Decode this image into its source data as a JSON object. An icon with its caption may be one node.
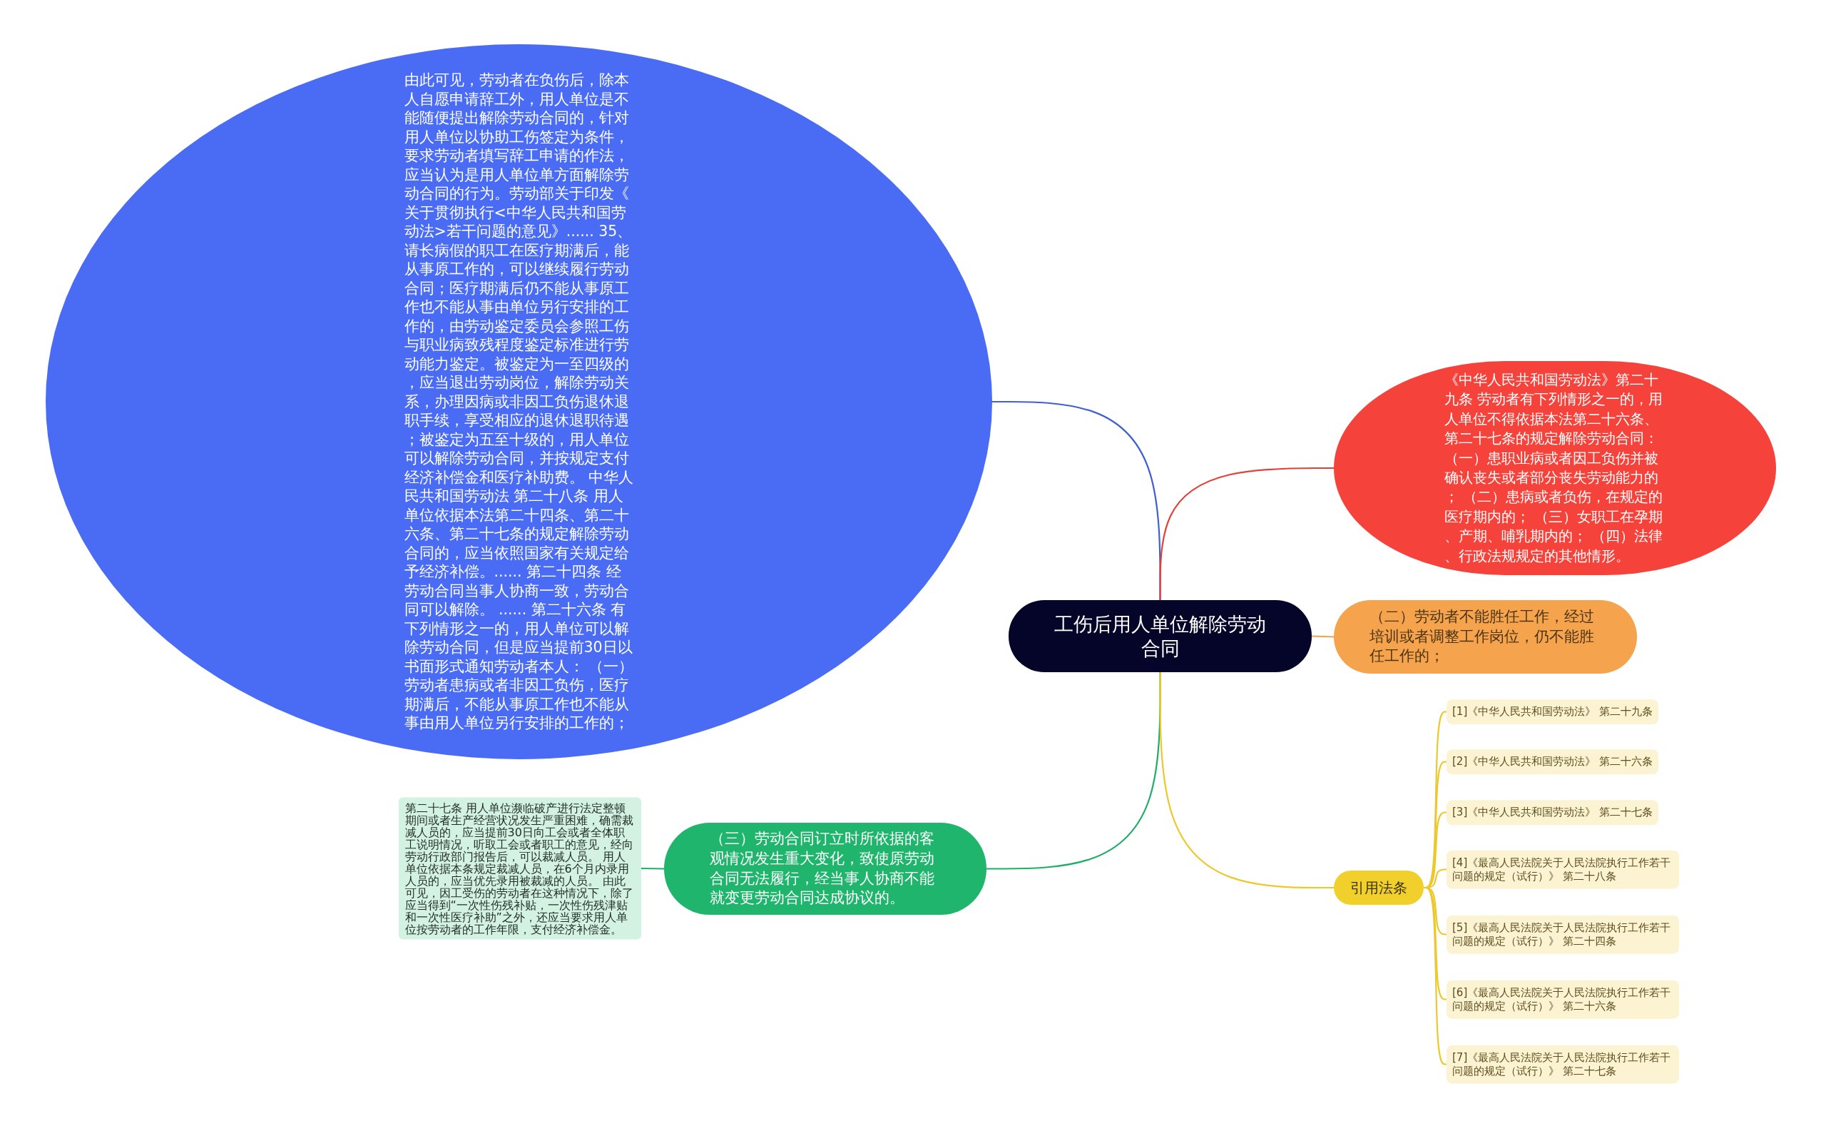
{
  "diagram": {
    "nodes": [
      {
        "text": [
          "工伤后用人单位解除劳动合同"
        ]
      },
      {
        "text": [
          "由此可见，劳动者在负伤后，除本人自愿申请辞工外，用人单位是不能随便提出解除劳动合同的，针对用人单位以协助工伤签定为条件，要求劳动者填写辞工申请的作法，应当认为是用人单位单方面解除劳动合同的行为。劳动部关于印发《关于贯彻执行<中华人民共和国劳动法>若干问题的意见》...... 35、请长病假的职工在医疗期满后，能从事原工作的，可以继续履行劳动合同；医疗期满后仍不能从事原工作也不能从事由单位另行安排的工作的，由劳动鉴定委员会参照工伤与职业病致残程度鉴定标准进行劳动能力鉴定。被鉴定为一至四级的，应当退出劳动岗位，解除劳动关系，办理因病或非因工负伤退休退职手续，享受相应的退休退职待遇；被鉴定为五至十级的，用人单位可以解除劳动合同，并按规定支付经济补偿金和医疗补助费。 中华人民共和国劳动法 第二十八条 用人单位依据本法第二十四条、第二十六条、第二十七条的规定解除劳动合同的，应当依照国家有关规定给予经济补偿。...... 第二十四条 经劳动合同当事人协商一致，劳动合同可以解除。 ...... 第二十六条 有下列情形之一的，用人单位可以解除劳动合同，但是应当提前30日以书面形式通知劳动者本人： （一）劳动者患病或者非因工负伤，医疗期满后，不能从事原工作也不能从事由用人单位另行安排的工作的；"
        ]
      },
      {
        "text": [
          "《中华人民共和国劳动法》第二十九条 劳动者有下列情形之一的，用人单位不得依据本法第二十六条、第二十七条的规定解除劳动合同：（一）患职业病或者因工负伤并被确认丧失或者部分丧失劳动能力的； （二）患病或者负伤，在规定的医疗期内的； （三）女职工在孕期、产期、哺乳期内的； （四）法律、行政法规规定的其他情形。"
        ]
      },
      {
        "text": [
          "（二）劳动者不能胜任工作，经过培训或者调整工作岗位，仍不能胜任工作的；"
        ]
      },
      {
        "text": [
          "（三）劳动合同订立时所依据的客观情况发生重大变化，致使原劳动合同无法履行，经当事人协商不能就变更劳动合同达成协议的。"
        ]
      },
      {
        "text": [
          "第二十七条 用人单位濒临破产进行法定整顿期间或者生产经营状况发生严重困难，确需裁减人员的，应当提前30日向工会或者全体职工说明情况，听取工会或者职工的意见，经向劳动行政部门报告后，可以裁减人员。 用人单位依据本条规定裁减人员，在6个月内录用人员的，应当优先录用被裁减的人员。 由此可见，因工受伤的劳动者在这种情况下，除了应当得到“一次性伤残补贴，一次性伤残津贴和一次性医疗补助”之外，还应当要求用人单位按劳动者的工作年限，支付经济补偿金。"
        ]
      },
      {
        "text": [
          "引用法条"
        ]
      },
      {
        "text": [
          "[1]《中华人民共和国劳动法》 第二十九条"
        ]
      },
      {
        "text": [
          "[2]《中华人民共和国劳动法》 第二十六条"
        ]
      },
      {
        "text": [
          "[3]《中华人民共和国劳动法》 第二十七条"
        ]
      },
      {
        "text": [
          "[4]《最高人民法院关于人民法院执行工作若干问题的规定（试行）》 第二十八条"
        ]
      },
      {
        "text": [
          "[5]《最高人民法院关于人民法院执行工作若干问题的规定（试行）》 第二十四条"
        ]
      },
      {
        "text": [
          "[6]《最高人民法院关于人民法院执行工作若干问题的规定（试行）》 第二十六条"
        ]
      },
      {
        "text": [
          "[7]《最高人民法院关于人民法院执行工作若干问题的规定（试行）》 第二十七条"
        ]
      }
    ],
    "edges": [
      {
        "from": 0,
        "to": 1,
        "arrow": "none",
        "color": "#3e5fd6"
      },
      {
        "from": 0,
        "to": 2,
        "arrow": "none",
        "color": "#e2413a"
      },
      {
        "from": 0,
        "to": 3,
        "arrow": "none",
        "color": "#f0a347"
      },
      {
        "from": 0,
        "to": 4,
        "arrow": "none",
        "color": "#1fae68"
      },
      {
        "from": 4,
        "to": 5,
        "arrow": "none",
        "color": "#1fae68"
      },
      {
        "from": 0,
        "to": 6,
        "arrow": "none"
      },
      {
        "from": 6,
        "to": 7,
        "arrow": "none"
      },
      {
        "from": 6,
        "to": 8,
        "arrow": "none"
      },
      {
        "from": 6,
        "to": 9,
        "arrow": "none"
      },
      {
        "from": 6,
        "to": 10,
        "arrow": "none"
      },
      {
        "from": 6,
        "to": 11,
        "arrow": "none"
      },
      {
        "from": 6,
        "to": 12,
        "arrow": "none"
      },
      {
        "from": 6,
        "to": 13,
        "arrow": "none"
      }
    ]
  }
}
